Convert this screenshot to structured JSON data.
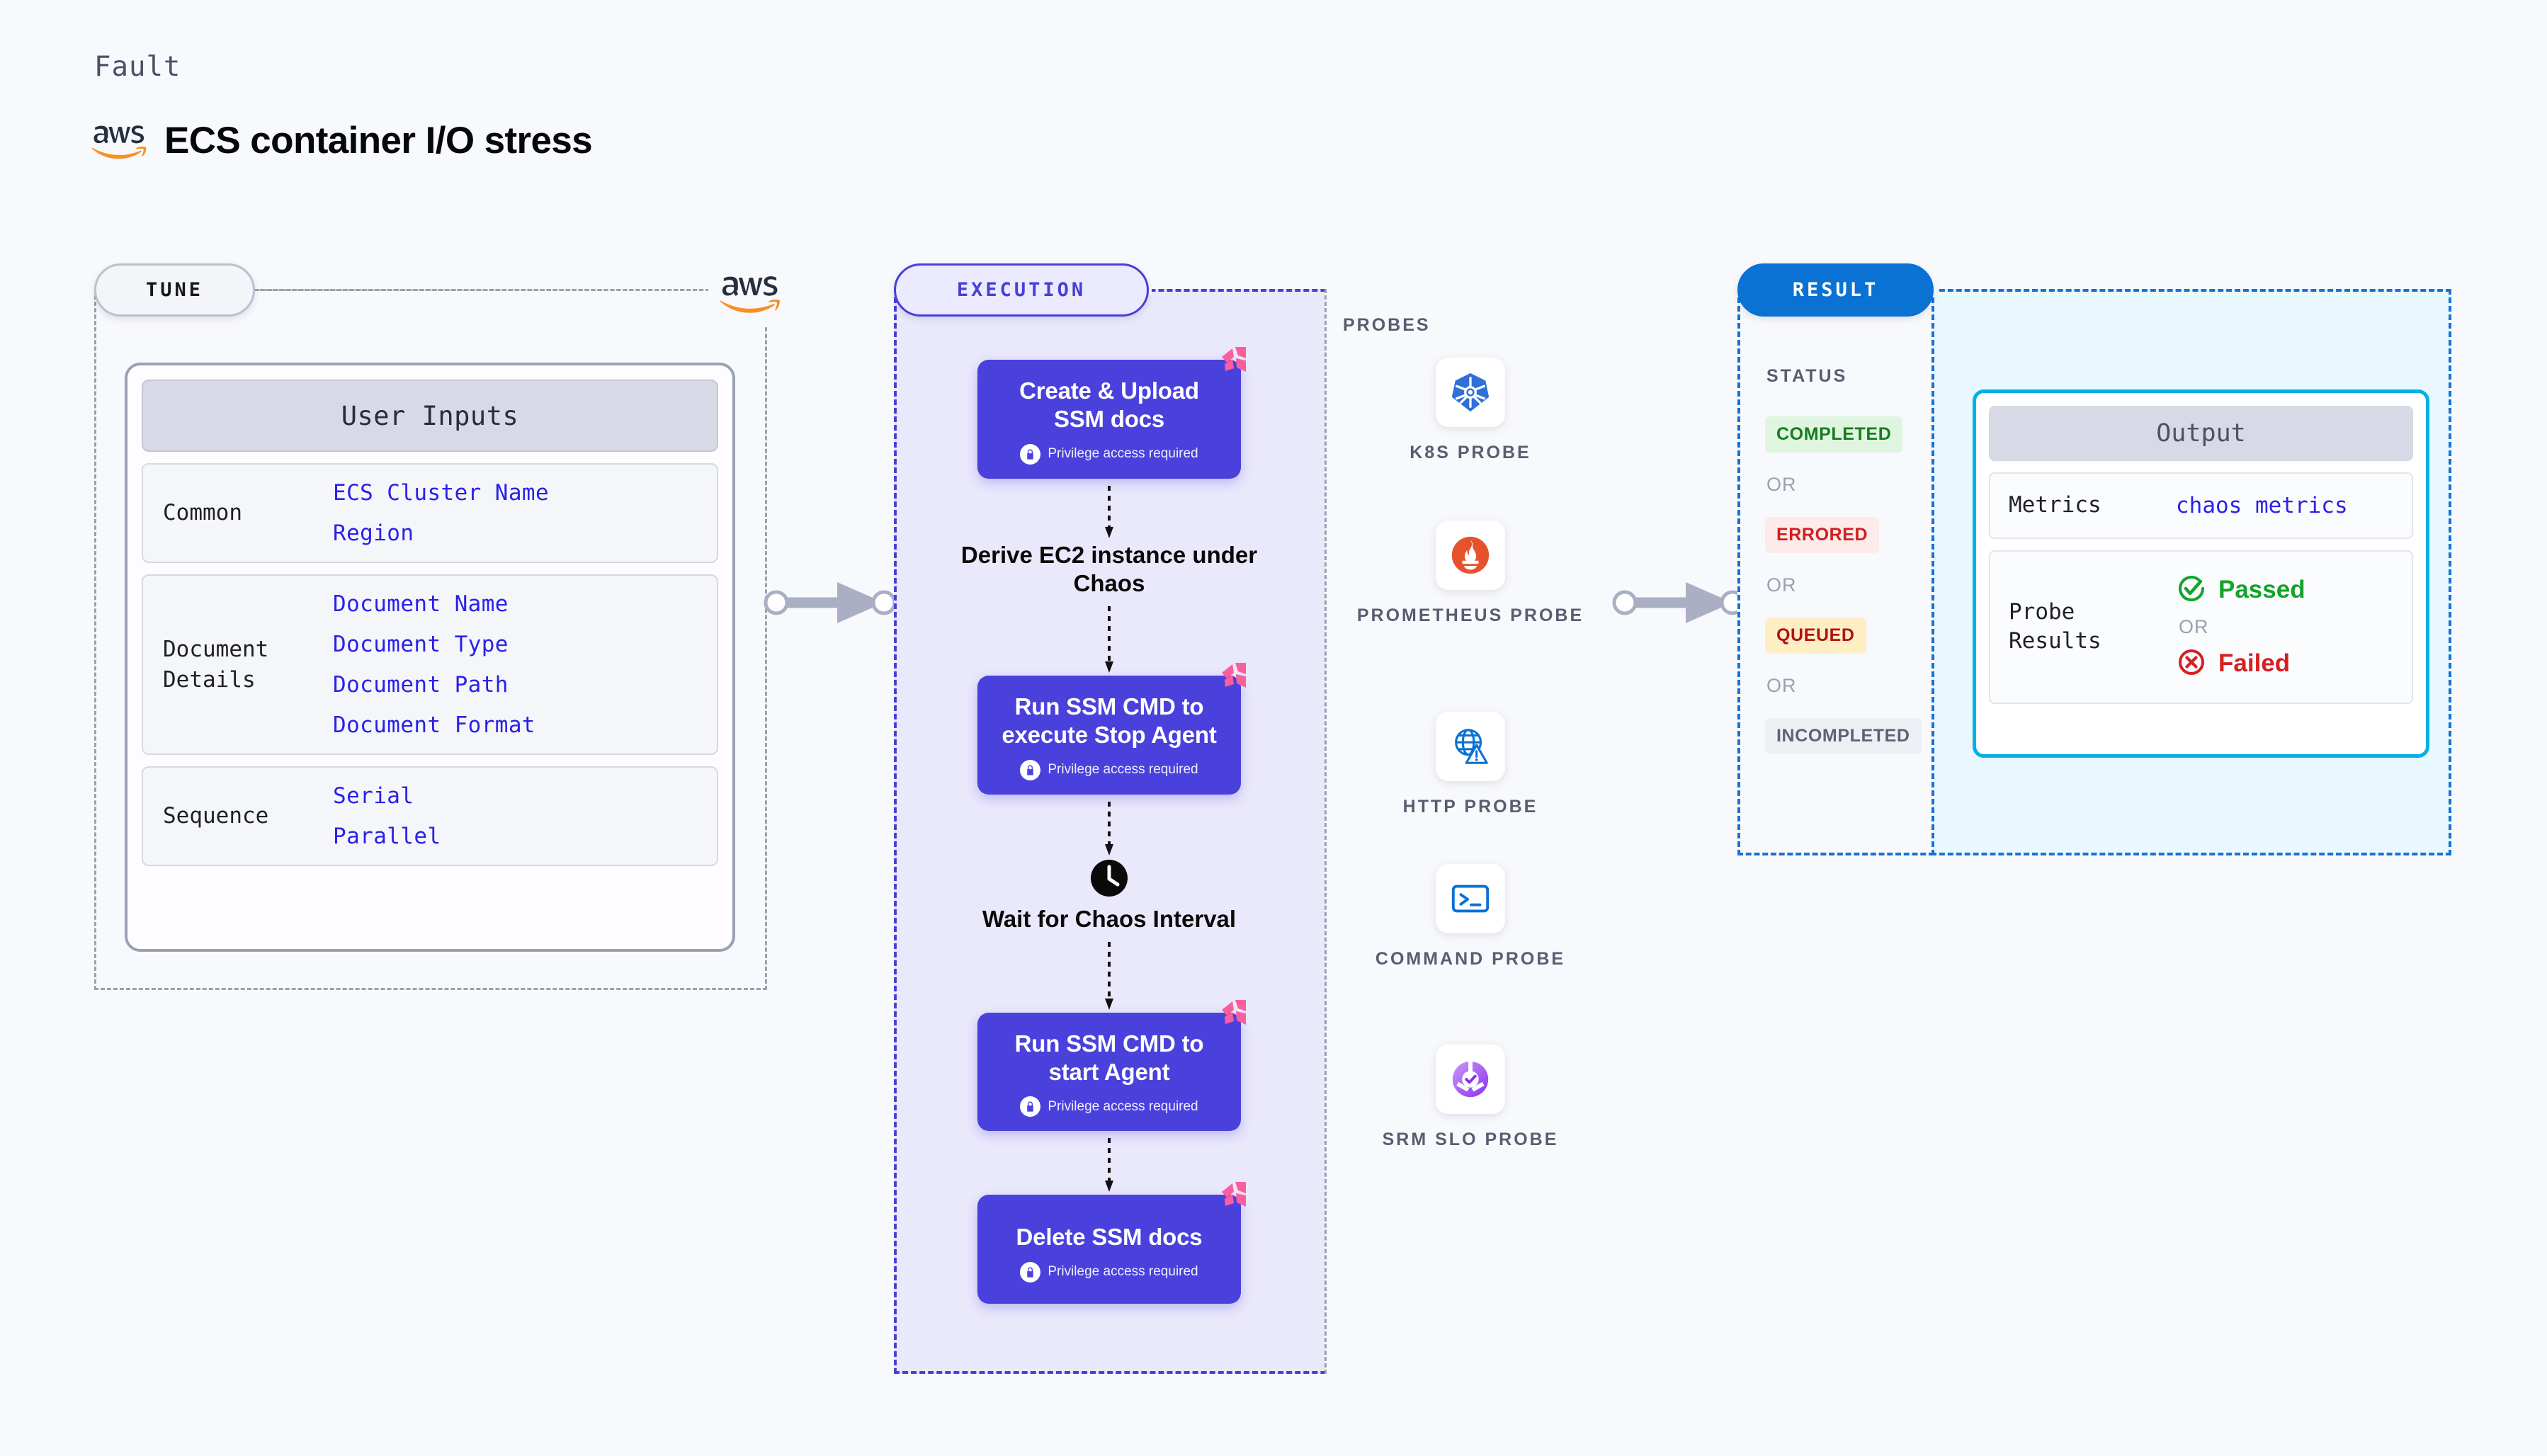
{
  "header": {
    "eyebrow": "Fault",
    "title": "ECS container I/O stress",
    "logo_icon": "aws-logo"
  },
  "tune": {
    "pill_label": "TUNE",
    "aws_icon": "aws-logo",
    "card_title": "User Inputs",
    "groups": [
      {
        "label": "Common",
        "values": [
          "ECS Cluster Name",
          "Region"
        ]
      },
      {
        "label": "Document\nDetails",
        "values": [
          "Document Name",
          "Document Type",
          "Document Path",
          "Document Format"
        ]
      },
      {
        "label": "Sequence",
        "values": [
          "Serial",
          "Parallel"
        ]
      }
    ]
  },
  "execution": {
    "pill_label": "EXECUTION",
    "privilege_note": "Privilege access required",
    "lock_icon": "lock-icon",
    "flag_icon": "harness-flag-icon",
    "clock_icon": "clock-icon",
    "steps": [
      {
        "type": "card",
        "title": "Create & Upload SSM docs",
        "privileged": true
      },
      {
        "type": "plain",
        "title": "Derive EC2 instance under Chaos",
        "icon": ""
      },
      {
        "type": "card",
        "title": "Run SSM CMD to execute Stop Agent",
        "privileged": true
      },
      {
        "type": "plain",
        "title": "Wait for Chaos Interval",
        "icon": "clock-icon"
      },
      {
        "type": "card",
        "title": "Run SSM CMD to start Agent",
        "privileged": true
      },
      {
        "type": "card",
        "title": "Delete SSM docs",
        "privileged": true
      }
    ]
  },
  "probes": {
    "title": "PROBES",
    "items": [
      {
        "label": "K8S PROBE",
        "icon": "kubernetes-icon"
      },
      {
        "label": "PROMETHEUS PROBE",
        "icon": "prometheus-icon"
      },
      {
        "label": "HTTP PROBE",
        "icon": "http-globe-icon"
      },
      {
        "label": "COMMAND PROBE",
        "icon": "terminal-icon"
      },
      {
        "label": "SRM SLO PROBE",
        "icon": "srm-slo-icon"
      }
    ]
  },
  "result": {
    "pill_label": "RESULT",
    "status_title": "STATUS",
    "or_label": "OR",
    "statuses": [
      {
        "label": "COMPLETED",
        "text_color": "#167d1b",
        "bg_color": "#dff5e0"
      },
      {
        "label": "ERRORED",
        "text_color": "#cf2020",
        "bg_color": "#fdeaea"
      },
      {
        "label": "QUEUED",
        "text_color": "#b41212",
        "bg_color": "#fdeec3"
      },
      {
        "label": "INCOMPLETED",
        "text_color": "#5d6377",
        "bg_color": "#eef0f5"
      }
    ],
    "output": {
      "title": "Output",
      "metrics_label": "Metrics",
      "metrics_value": "chaos metrics",
      "probe_results_label": "Probe\nResults",
      "passed_label": "Passed",
      "passed_icon": "check-circle-icon",
      "failed_label": "Failed",
      "failed_icon": "x-circle-icon",
      "or_label": "OR"
    }
  },
  "connectors": {
    "arrow_icon": "arrow-right-icon",
    "color": "#aaafc4"
  },
  "colors": {
    "accent_purple": "#4a41dd",
    "accent_blue": "#0972d3",
    "accent_cyan": "#00b0e6",
    "pink_flag": "#fb5e9c",
    "aws_orange": "#f59126"
  }
}
